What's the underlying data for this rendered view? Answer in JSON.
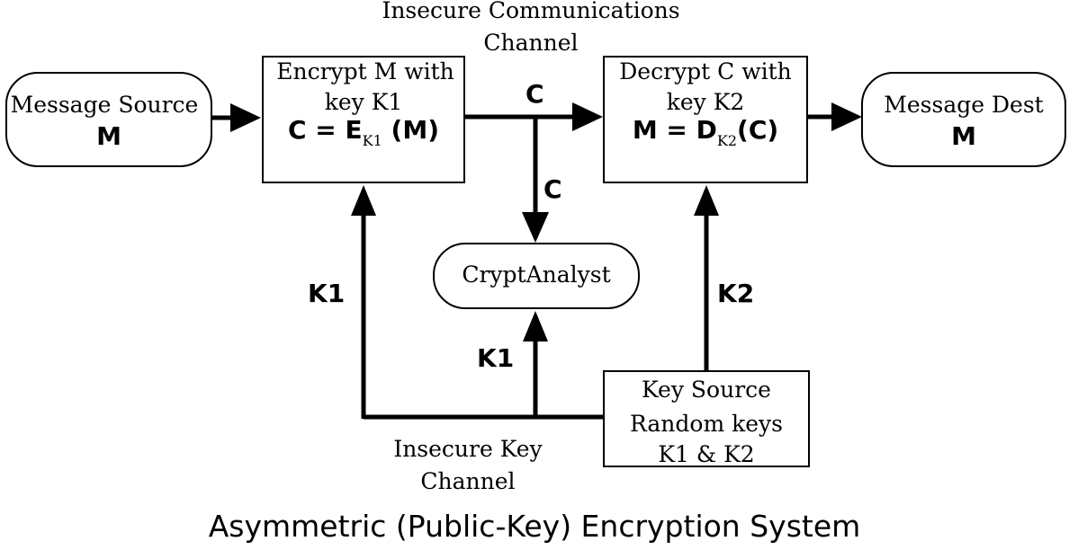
{
  "diagram": {
    "title": "Asymmetric (Public-Key) Encryption System",
    "channel_labels": {
      "comm_line1": "Insecure Communications",
      "comm_line2": "Channel",
      "key_line1": "Insecure Key",
      "key_line2": "Channel"
    },
    "nodes": {
      "message_source": {
        "line1": "Message Source",
        "line2": "M"
      },
      "encrypt": {
        "line1": "Encrypt M with",
        "line2": "key K1",
        "eq_lhs": "C = E",
        "eq_sub": "K1",
        "eq_rhs": " (M)"
      },
      "decrypt": {
        "line1": "Decrypt C with",
        "line2": "key K2",
        "eq_lhs": "M = D",
        "eq_sub": "K2",
        "eq_rhs": "(C)"
      },
      "message_dest": {
        "line1": "Message Dest",
        "line2": "M"
      },
      "cryptanalyst": {
        "line1": "CryptAnalyst"
      },
      "key_source": {
        "line1": "Key Source",
        "line2": "Random keys",
        "line3": "K1 & K2"
      }
    },
    "edge_labels": {
      "cipher_top": "C",
      "cipher_down": "C",
      "k1_left": "K1",
      "k1_center": "K1",
      "k2_right": "K2"
    }
  }
}
